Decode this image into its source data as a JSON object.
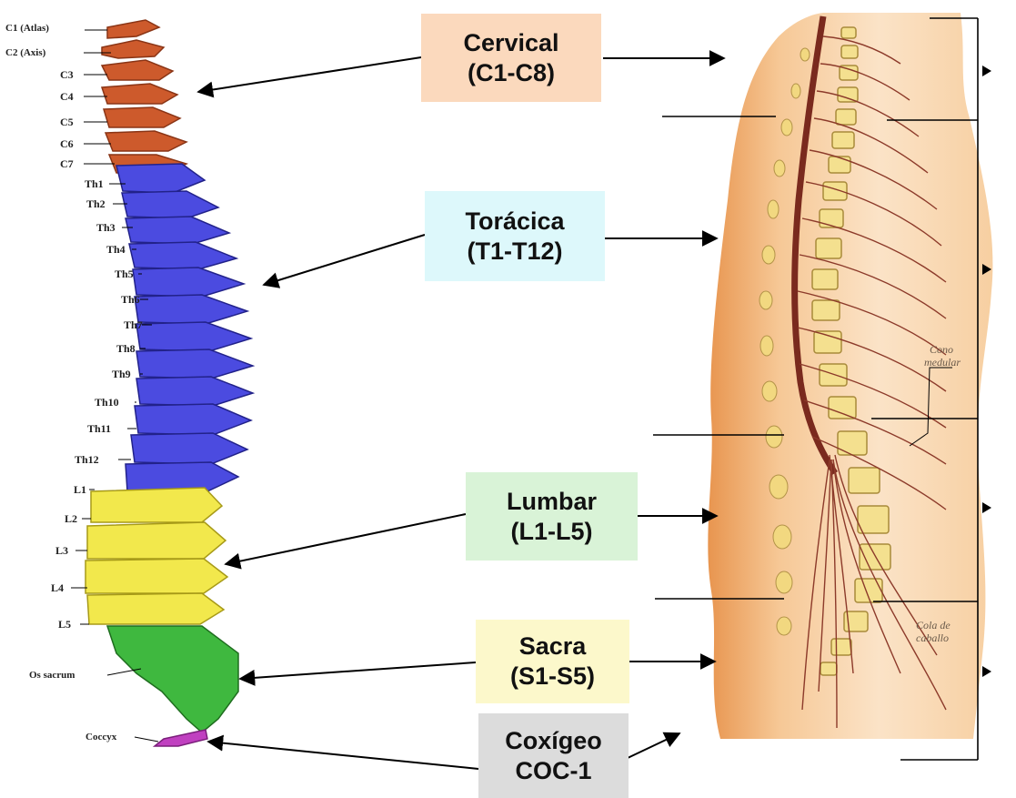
{
  "vertebra_labels": {
    "c1": "C1 (Atlas)",
    "c2": "C2 (Axis)",
    "c3": "C3",
    "c4": "C4",
    "c5": "C5",
    "c6": "C6",
    "c7": "C7",
    "th1": "Th1",
    "th2": "Th2",
    "th3": "Th3",
    "th4": "Th4",
    "th5": "Th5",
    "th6": "Th6",
    "th7": "Th7",
    "th8": "Th8",
    "th9": "Th9",
    "th10": "Th10",
    "th11": "Th11",
    "th12": "Th12",
    "l1": "L1",
    "l2": "L2",
    "l3": "L3",
    "l4": "L4",
    "l5": "L5",
    "sacrum": "Os sacrum",
    "coccyx": "Coccyx"
  },
  "regions": {
    "cervical": {
      "line1": "Cervical",
      "line2": "(C1-C8)",
      "color": "#fbd9bd"
    },
    "toracica": {
      "line1": "Torácica",
      "line2": "(T1-T12)",
      "color": "#ddf8fb"
    },
    "lumbar": {
      "line1": "Lumbar",
      "line2": "(L1-L5)",
      "color": "#d9f3d7"
    },
    "sacra": {
      "line1": "Sacra",
      "line2": "(S1-S5)",
      "color": "#fcf8cb"
    },
    "coxigeo": {
      "line1": "Coxígeo",
      "line2": "COC-1",
      "color": "#dcdcdc"
    }
  },
  "annotations": {
    "cono_line1": "Cono",
    "cono_line2": "medular",
    "cola_line1": "Cola de",
    "cola_line2": "caballo"
  },
  "colors": {
    "cervical_bone": "#cd5a2c",
    "thoracic_bone": "#4b4be0",
    "lumbar_bone": "#f2e84c",
    "sacral_bone": "#3fb83f",
    "coccyx_bone": "#c040c0",
    "skin": "#f3c089",
    "cord": "#7a2a1e"
  }
}
